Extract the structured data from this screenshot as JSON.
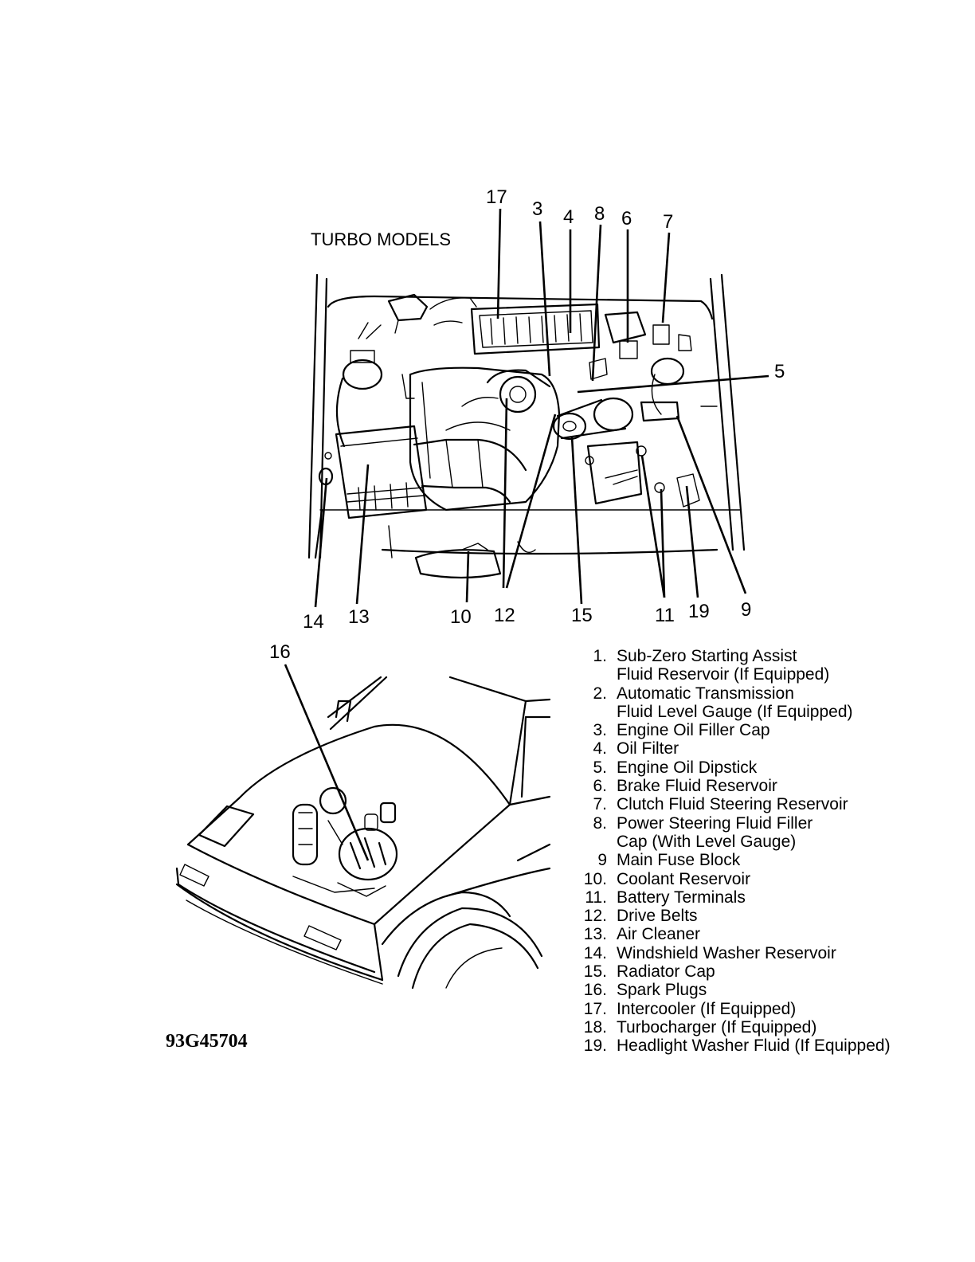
{
  "title": "TURBO MODELS",
  "figure_code": "93G45704",
  "callouts": {
    "c17": "17",
    "c3": "3",
    "c4": "4",
    "c8": "8",
    "c6": "6",
    "c7": "7",
    "c5": "5",
    "c14": "14",
    "c13": "13",
    "c10": "10",
    "c12": "12",
    "c15": "15",
    "c11": "11",
    "c19": "19",
    "c9": "9",
    "c16": "16"
  },
  "legend": [
    {
      "num": "1.",
      "lines": [
        "Sub-Zero Starting Assist",
        "Fluid Reservoir (If Equipped)"
      ]
    },
    {
      "num": "2.",
      "lines": [
        "Automatic Transmission",
        "Fluid Level Gauge (If Equipped)"
      ]
    },
    {
      "num": "3.",
      "lines": [
        "Engine Oil Filler Cap"
      ]
    },
    {
      "num": "4.",
      "lines": [
        "Oil Filter"
      ]
    },
    {
      "num": "5.",
      "lines": [
        "Engine Oil Dipstick"
      ]
    },
    {
      "num": "6.",
      "lines": [
        "Brake Fluid Reservoir"
      ]
    },
    {
      "num": "7.",
      "lines": [
        "Clutch Fluid Steering Reservoir"
      ]
    },
    {
      "num": "8.",
      "lines": [
        "Power Steering Fluid Filler",
        "Cap (With Level Gauge)"
      ]
    },
    {
      "num": "9",
      "lines": [
        "Main Fuse Block"
      ]
    },
    {
      "num": "10.",
      "lines": [
        "Coolant Reservoir"
      ]
    },
    {
      "num": "11.",
      "lines": [
        "Battery Terminals"
      ]
    },
    {
      "num": "12.",
      "lines": [
        "Drive Belts"
      ]
    },
    {
      "num": "13.",
      "lines": [
        "Air Cleaner"
      ]
    },
    {
      "num": "14.",
      "lines": [
        "Windshield Washer Reservoir"
      ]
    },
    {
      "num": "15.",
      "lines": [
        "Radiator Cap"
      ]
    },
    {
      "num": "16.",
      "lines": [
        "Spark Plugs"
      ]
    },
    {
      "num": "17.",
      "lines": [
        "Intercooler (If Equipped)"
      ]
    },
    {
      "num": "18.",
      "lines": [
        "Turbocharger (If Equipped)"
      ]
    },
    {
      "num": "19.",
      "lines": [
        "Headlight Washer Fluid (If Equipped)"
      ]
    }
  ]
}
